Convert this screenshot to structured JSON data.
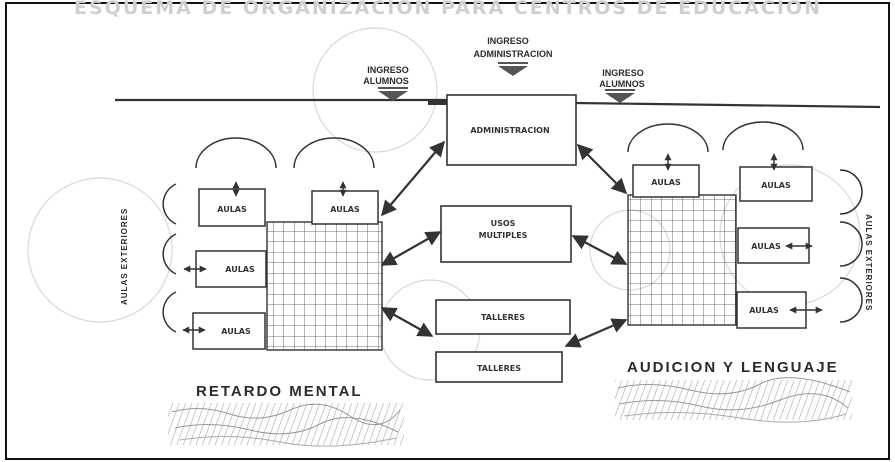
{
  "header_text": "ESQUEMA DE ORGANIZACION PARA CENTROS DE EDUCACION",
  "entrances": {
    "admin": [
      "INGRESO",
      "ADMINISTRACION"
    ],
    "students_left": [
      "INGRESO",
      "ALUMNOS"
    ],
    "students_right": [
      "INGRESO",
      "ALUMNOS"
    ]
  },
  "rooms": {
    "administracion": "ADMINISTRACION",
    "usos_multiples": [
      "USOS",
      "MULTIPLES"
    ],
    "talleres_1": "TALLERES",
    "talleres_2": "TALLERES",
    "aulas": "AULAS"
  },
  "side_labels": {
    "left": "AULAS EXTERIORES",
    "right": "AULAS EXTERIORES"
  },
  "section_titles": {
    "left": "RETARDO MENTAL",
    "right": "AUDICION Y LENGUAJE"
  },
  "colors": {
    "ink": "#333333",
    "frame": "#111111",
    "faint": "#c8c8c8",
    "scribble": "#888888"
  }
}
